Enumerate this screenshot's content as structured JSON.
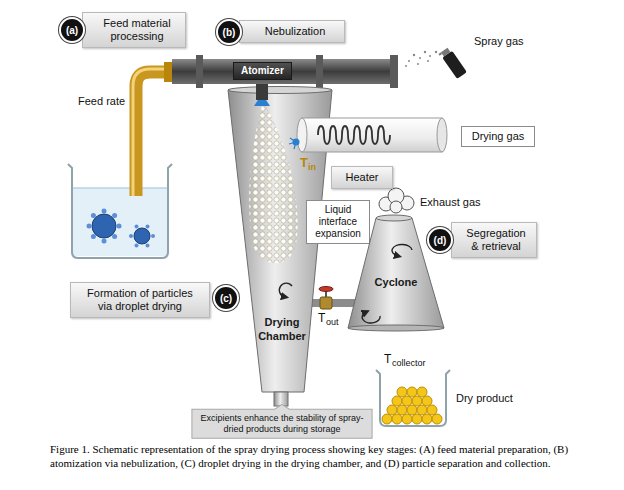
{
  "diagram": {
    "caption": "Figure 1. Schematic representation of the spray drying process showing key stages: (A) feed material preparation, (B) atomization via nebulization, (C) droplet drying in the drying chamber, and (D) particle separation and collection.",
    "nodes": [
      {
        "text": [
          "(a)"
        ]
      },
      {
        "text": [
          "Feed material processing"
        ]
      },
      {
        "text": [
          "(b)"
        ]
      },
      {
        "text": [
          "Nebulization"
        ]
      },
      {
        "text": [
          "Atomizer"
        ]
      },
      {
        "text": [
          "Drying Chamber"
        ]
      },
      {
        "text": [
          "Drying gas"
        ]
      },
      {
        "text": [
          "Heater"
        ]
      },
      {
        "text": [
          "Liquid interface expansion"
        ]
      },
      {
        "text": [
          "(d)"
        ]
      },
      {
        "text": [
          "Segregation & retrieval"
        ]
      },
      {
        "text": [
          "Cyclone"
        ]
      },
      {
        "text": [
          "Formation of particles via droplet drying"
        ]
      },
      {
        "text": [
          "(c)"
        ]
      },
      {
        "text": [
          "Excipients enhance the stability of spray-dried products during storage"
        ]
      }
    ],
    "edges": [
      {
        "from": 5,
        "to": 11,
        "arrow": "none"
      }
    ],
    "labels": [
      "Spray gas",
      "Feed rate",
      "T",
      "in",
      "Exhaust gas",
      "T",
      "out",
      "T",
      "collector",
      "Dry product"
    ]
  }
}
